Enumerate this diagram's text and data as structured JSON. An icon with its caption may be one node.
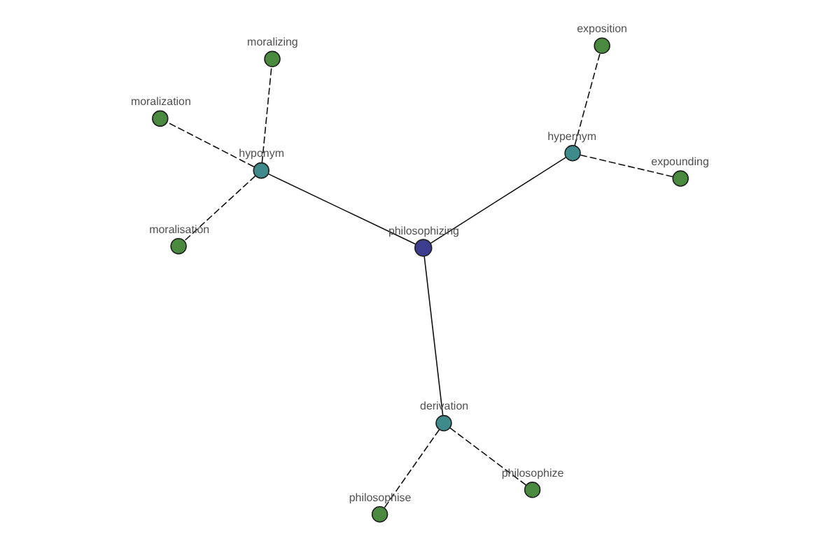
{
  "diagram": {
    "nodes": [
      {
        "text": [
          "philosophizing"
        ]
      },
      {
        "text": [
          "hypernym"
        ]
      },
      {
        "text": [
          "expounding"
        ]
      },
      {
        "text": [
          "exposition"
        ]
      },
      {
        "text": [
          "hyponym"
        ]
      },
      {
        "text": [
          "moralization"
        ]
      },
      {
        "text": [
          "moralisation"
        ]
      },
      {
        "text": [
          "moralizing"
        ]
      },
      {
        "text": [
          "derivation"
        ]
      },
      {
        "text": [
          "philosophize"
        ]
      },
      {
        "text": [
          "philosophise"
        ]
      }
    ],
    "edges": [
      {
        "from": 0,
        "to": 1,
        "arrow": "none"
      },
      {
        "from": 1,
        "to": 2,
        "arrow": "none",
        "style": "dashed"
      },
      {
        "from": 1,
        "to": 3,
        "arrow": "none",
        "style": "dashed"
      },
      {
        "from": 0,
        "to": 4,
        "arrow": "none"
      },
      {
        "from": 4,
        "to": 5,
        "arrow": "none",
        "style": "dashed"
      },
      {
        "from": 4,
        "to": 6,
        "arrow": "none",
        "style": "dashed"
      },
      {
        "from": 4,
        "to": 7,
        "arrow": "none",
        "style": "dashed"
      },
      {
        "from": 0,
        "to": 8,
        "arrow": "none"
      },
      {
        "from": 8,
        "to": 9,
        "arrow": "none",
        "style": "dashed"
      },
      {
        "from": 8,
        "to": 10,
        "arrow": "none",
        "style": "dashed"
      }
    ]
  }
}
